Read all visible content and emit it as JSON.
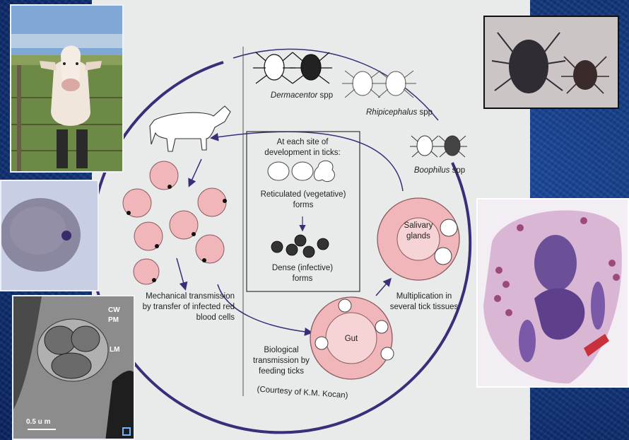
{
  "diagram": {
    "tick_genera": [
      {
        "genus": "Dermacentor",
        "suffix": " spp"
      },
      {
        "genus": "Rhipicephalus",
        "suffix": " spp"
      },
      {
        "genus": "Boophilus",
        "suffix": " spp"
      }
    ],
    "center_box": {
      "header": "At each site of development in ticks:",
      "reticulated": "Reticulated (vegetative) forms",
      "dense": "Dense (infective) forms"
    },
    "salivary_label": "Salivary glands",
    "gut_label": "Gut",
    "multiplication_label": "Multiplication in several tick tissues",
    "mechanical_label": "Mechanical transmission by transfer of infected red blood cells",
    "biological_label": "Biological transmission by feeding ticks",
    "credit": "(Courtesy of K.M. Kocan)"
  },
  "micrograph": {
    "labels": [
      "CW",
      "PM",
      "LM"
    ],
    "scale_bar": "0.5 u m"
  },
  "colors": {
    "cycle_ring": "#3a2d7a",
    "cell_fill": "#f0b6b9",
    "background": "#13397f"
  }
}
